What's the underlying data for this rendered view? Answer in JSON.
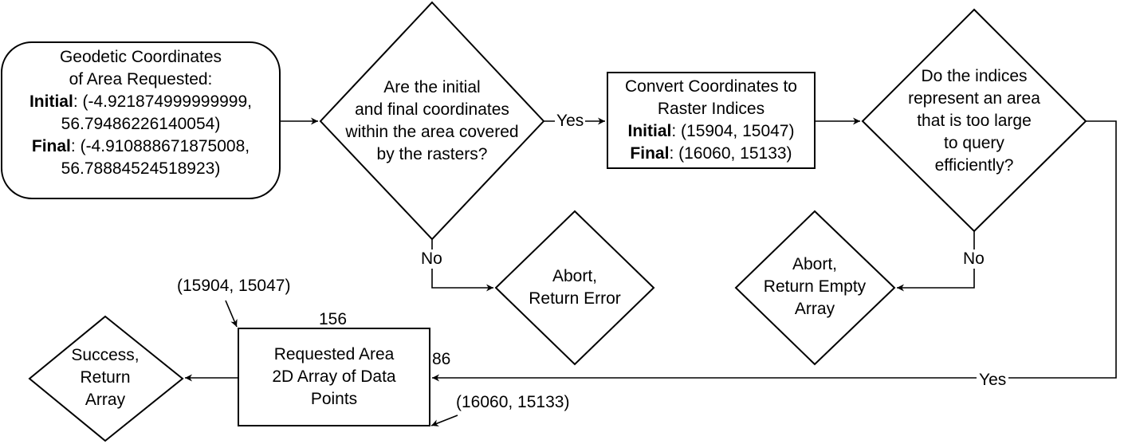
{
  "start": {
    "line1": "Geodetic Coordinates",
    "line2": "of Area Requested:",
    "initial_label": "Initial",
    "initial_value": ": (-4.921874999999999,",
    "initial_value2": "56.79486226140054)",
    "final_label": "Final",
    "final_value": ":  (-4.910888671875008,",
    "final_value2": "56.78884524518923)"
  },
  "decision1": {
    "line1": "Are the initial",
    "line2": "and final coordinates",
    "line3": "within the area covered",
    "line4": "by the rasters?"
  },
  "convert": {
    "line1": "Convert Coordinates to",
    "line2": "Raster Indices",
    "initial_label": "Initial",
    "initial_value": ": (15904, 15047)",
    "final_label": "Final",
    "final_value": ":  (16060, 15133)"
  },
  "decision2": {
    "line1": "Do the indices",
    "line2": "represent an area",
    "line3": "that is too large",
    "line4": "to query",
    "line5": "efficiently?"
  },
  "abort_error": {
    "line1": "Abort,",
    "line2": "Return Error"
  },
  "abort_empty": {
    "line1": "Abort,",
    "line2": "Return Empty",
    "line3": "Array"
  },
  "result": {
    "line1": "Requested Area",
    "line2": "2D Array of Data",
    "line3": "Points"
  },
  "success": {
    "line1": "Success,",
    "line2": "Return",
    "line3": "Array"
  },
  "edge_labels": {
    "yes1": "Yes",
    "no1": "No",
    "no2": "No",
    "yes2": "Yes"
  },
  "annotations": {
    "top_left_corner": "(15904, 15047)",
    "bottom_right_corner": "(16060, 15133)",
    "width": "156",
    "height": "86"
  }
}
